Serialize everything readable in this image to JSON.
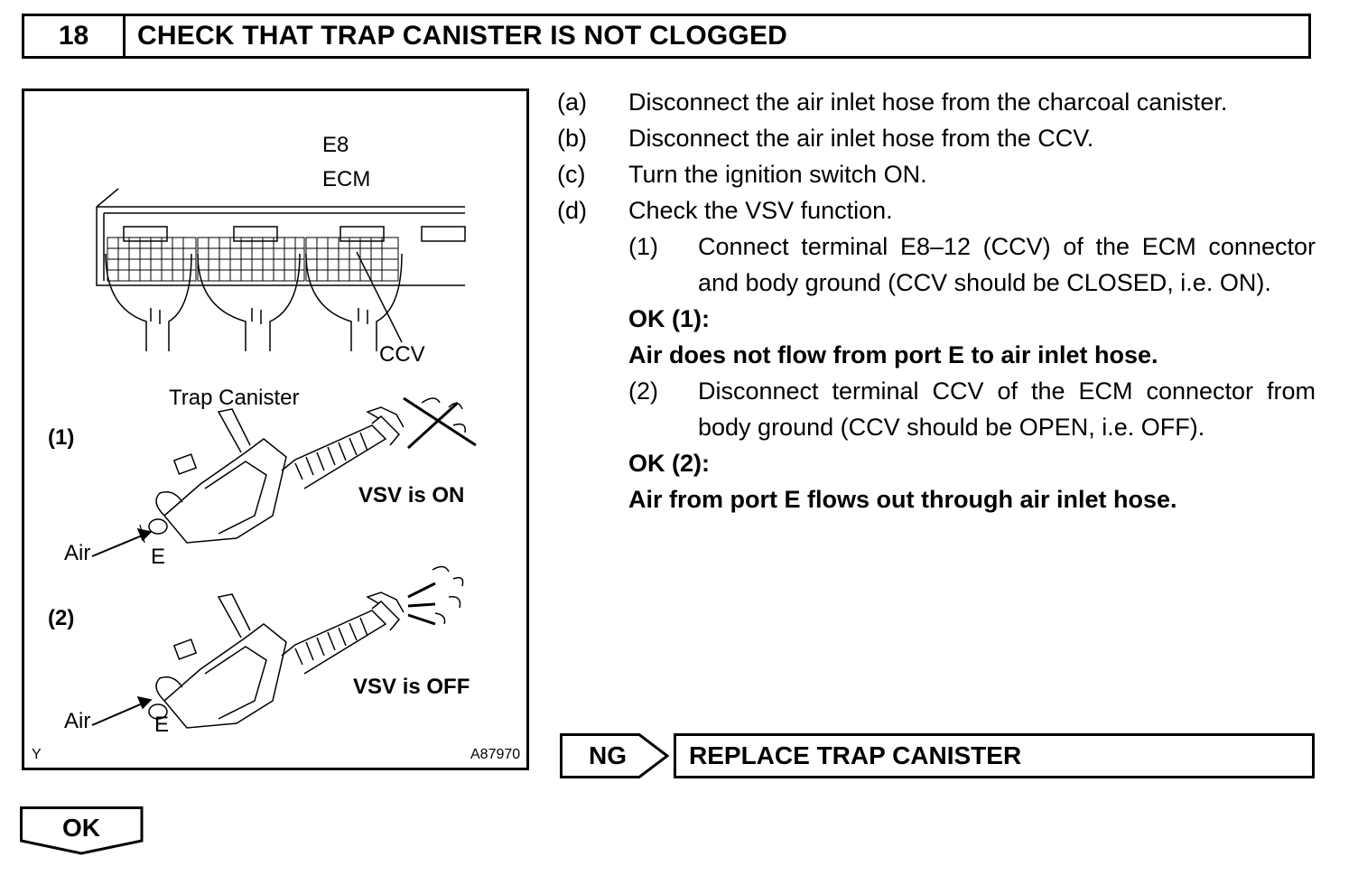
{
  "header": {
    "step_number": "18",
    "title": "CHECK THAT TRAP CANISTER IS NOT CLOGGED"
  },
  "figure": {
    "connector_label": "E8",
    "ecm_label": "ECM",
    "ccv_label": "CCV",
    "trap_canister_label": "Trap Canister",
    "case1_label": "(1)",
    "case2_label": "(2)",
    "vsv_on_label": "VSV is ON",
    "vsv_off_label": "VSV is OFF",
    "air_label": "Air",
    "port_label": "E",
    "corner_mark": "Y",
    "figure_code": "A87970"
  },
  "steps": [
    {
      "marker": "(a)",
      "text": "Disconnect the air inlet hose from the charcoal canister."
    },
    {
      "marker": "(b)",
      "text": "Disconnect the air inlet hose from the CCV."
    },
    {
      "marker": "(c)",
      "text": "Turn the ignition switch ON."
    },
    {
      "marker": "(d)",
      "text": "Check the VSV function."
    }
  ],
  "substeps": [
    {
      "marker": "(1)",
      "text": "Connect terminal E8–12 (CCV) of the ECM connec­tor and body ground (CCV should be CLOSED, i.e. ON).",
      "ok_title": "OK (1):",
      "ok_text": "Air does not flow from port E to air inlet hose."
    },
    {
      "marker": "(2)",
      "text": "Disconnect terminal CCV of the ECM connector from body ground (CCV should be OPEN, i.e. OFF).",
      "ok_title": "OK (2):",
      "ok_text": "Air from port E flows out through air inlet hose."
    }
  ],
  "result_ng": {
    "label": "NG",
    "action": "REPLACE TRAP CANISTER"
  },
  "result_ok": {
    "label": "OK"
  }
}
